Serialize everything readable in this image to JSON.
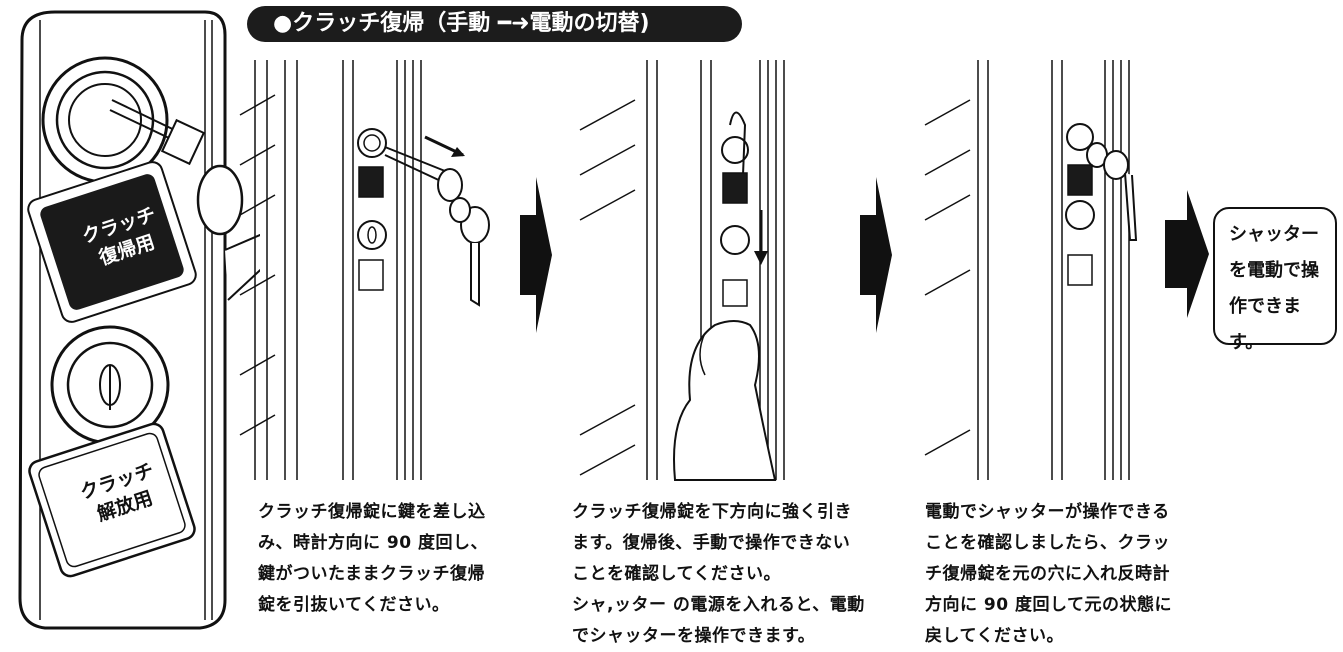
{
  "title": "●クラッチ復帰（手動 ━➜電動の切替)",
  "closeup": {
    "upper_label": "クラッチ\n復帰用",
    "lower_label": "クラッチ\n解放用"
  },
  "steps": [
    {
      "text": "クラッチ復帰錠に鍵を差し込\nみ、時計方向に 90 度回し、\n鍵がついたままクラッチ復帰\n錠を引抜いてください。"
    },
    {
      "text": "クラッチ復帰錠を下方向に強く引き\nます。復帰後、手動で操作できない\nことを確認してください。\nシャ,ッター の電源を入れると、電動\nでシャッターを操作できます。"
    },
    {
      "text": "電動でシャッターが操作できる\nことを確認しましたら、クラッ\nチ復帰錠を元の穴に入れ反時計\n方向に 90 度回して元の状態に\n戻してください。"
    }
  ],
  "result": {
    "text": "シャッター\nを電動で操\n作できます。"
  },
  "icons": [
    "arrow-right-icon",
    "arrow-right-icon",
    "arrow-right-icon",
    "key-icon",
    "hand-icon"
  ]
}
